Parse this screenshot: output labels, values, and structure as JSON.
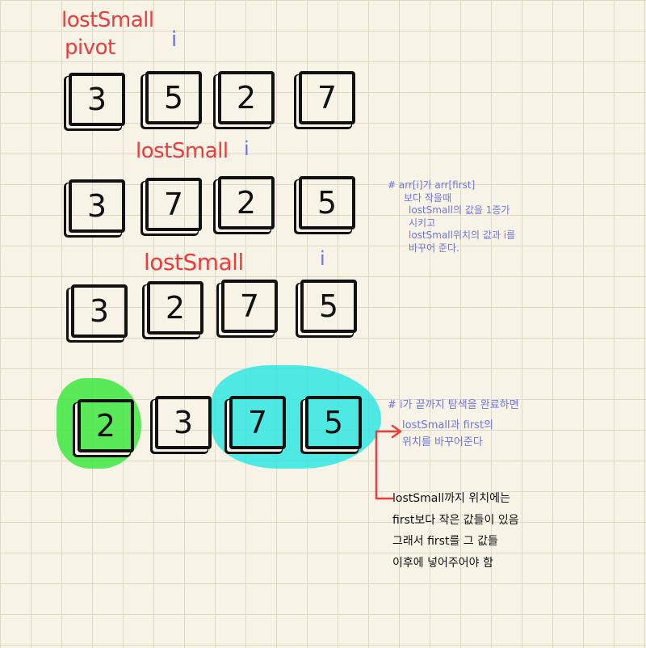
{
  "row1": {
    "labels": {
      "lastSmall": "lostSmall",
      "pivot": "pivot",
      "i": "i"
    },
    "values": [
      "3",
      "5",
      "2",
      "7"
    ]
  },
  "row2": {
    "labels": {
      "lastSmall": "lostSmall",
      "i": "i"
    },
    "values": [
      "3",
      "7",
      "2",
      "5"
    ]
  },
  "row3": {
    "labels": {
      "lastSmall": "lostSmall",
      "i": "i"
    },
    "values": [
      "3",
      "2",
      "7",
      "5"
    ]
  },
  "row4": {
    "values": [
      "2",
      "3",
      "7",
      "5"
    ]
  },
  "note1": {
    "lines": [
      "# arr[i]가 arr[first]",
      "보다 작을때",
      "lostSmall의 값을 1증가",
      "시키고",
      "lostSmall위치의 값과 i를",
      "바꾸어 준다."
    ]
  },
  "note2": {
    "lines": [
      "# i가 끝까지 탐색을 완료하면",
      "lostSmall과 first의",
      "위치를 바꾸어준다"
    ]
  },
  "note3": {
    "lines": [
      "lostSmall까지 위치에는",
      "first보다 작은 값들이 있음",
      "그래서 first를 그 값들",
      "이후에 넣어주어야 함"
    ]
  },
  "colors": {
    "red": "#ee3b3b",
    "blue": "#6f74e0",
    "green_highlight": "#3ee63e",
    "cyan_highlight": "#2fe6e0"
  }
}
